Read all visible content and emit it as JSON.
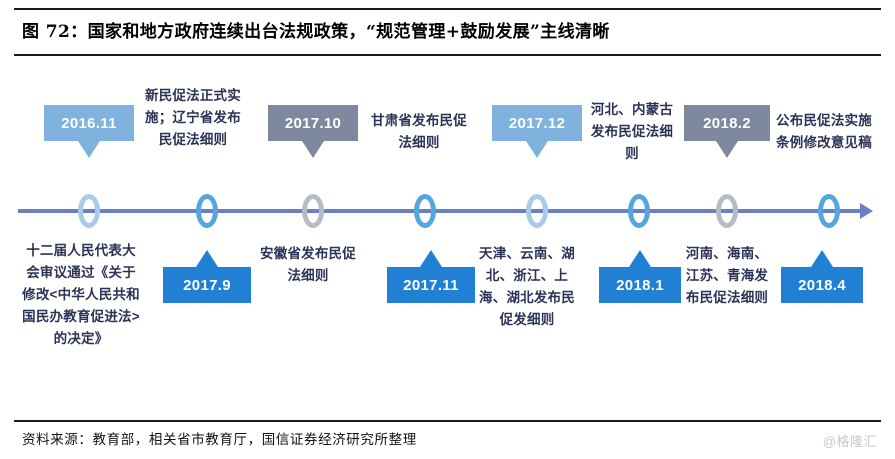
{
  "figure": {
    "title": "图 72：国家和地方政府连续出台法规政策，“规范管理+鼓励发展”主线清晰",
    "source": "资料来源：教育部，相关省市教育厅，国信证券经济研究所整理",
    "watermark": "@格隆汇"
  },
  "colors": {
    "light_blue": "#7fb2dd",
    "bright_blue": "#2180d4",
    "grey_blue": "#7e899f",
    "axis_blue": "#6a80c4",
    "ring_light_blue": "#a7cbe8",
    "ring_bright_blue": "#55a6e0",
    "ring_grey": "#b6bcc6",
    "text_navy": "#2b3357",
    "rule_black": "#1a1a1a",
    "watermark_grey": "#c9c9c9"
  },
  "timeline": {
    "axis_label": "time-axis",
    "nodes": [
      {
        "id": "node-2016-11",
        "color": "ring_light_blue"
      },
      {
        "id": "node-2017-9",
        "color": "ring_bright_blue"
      },
      {
        "id": "node-2017-10",
        "color": "ring_grey"
      },
      {
        "id": "node-2017-11",
        "color": "ring_bright_blue"
      },
      {
        "id": "node-2017-12",
        "color": "ring_light_blue"
      },
      {
        "id": "node-2018-1",
        "color": "ring_bright_blue"
      },
      {
        "id": "node-2018-2",
        "color": "ring_grey"
      },
      {
        "id": "node-2018-4",
        "color": "ring_bright_blue"
      }
    ],
    "events": [
      {
        "id": "event-2016-11",
        "date": "2016.11",
        "position": "above",
        "box_color": "light_blue",
        "description": "十二届人民代表大会审议通过《关于修改<中华人民共和国民办教育促进法>的决定》"
      },
      {
        "id": "event-2017-09",
        "date": "2017.9",
        "position": "below",
        "box_color": "bright_blue",
        "description": "新民促法正式实施；辽宁省发布民促法细则"
      },
      {
        "id": "event-2017-10",
        "date": "2017.10",
        "position": "above",
        "box_color": "grey_blue",
        "description": "安徽省发布民促法细则"
      },
      {
        "id": "event-2017-11",
        "date": "2017.11",
        "position": "below",
        "box_color": "bright_blue",
        "description": "甘肃省发布民促法细则"
      },
      {
        "id": "event-2017-12",
        "date": "2017.12",
        "position": "above",
        "box_color": "light_blue",
        "description": "天津、云南、湖北、浙江、上海、湖北发布民促发细则"
      },
      {
        "id": "event-2018-01",
        "date": "2018.1",
        "position": "below",
        "box_color": "bright_blue",
        "description": "河北、内蒙古发布民促法细则"
      },
      {
        "id": "event-2018-02",
        "date": "2018.2",
        "position": "above",
        "box_color": "grey_blue",
        "description": "河南、海南、江苏、青海发布民促法细则"
      },
      {
        "id": "event-2018-04",
        "date": "2018.4",
        "position": "below",
        "box_color": "bright_blue",
        "description": "公布民促法实施条例修改意见稿"
      }
    ],
    "descriptions": [
      {
        "id": "desc-2016-11",
        "text": "十二届人民代表大会审议通过《关于修改<中华人民共和国民办教育促进法>的决定》"
      },
      {
        "id": "desc-2017-09",
        "text": "新民促法正式实施；辽宁省发布民促法细则"
      },
      {
        "id": "desc-2017-10",
        "text": "安徽省发布民促法细则"
      },
      {
        "id": "desc-2017-11",
        "text": "甘肃省发布民促法细则"
      },
      {
        "id": "desc-2017-12",
        "text": "天津、云南、湖北、浙江、上海、湖北发布民促发细则"
      },
      {
        "id": "desc-2018-01",
        "text": "河北、内蒙古发布民促法细则"
      },
      {
        "id": "desc-2018-02",
        "text": "河南、海南、江苏、青海发布民促法细则"
      },
      {
        "id": "desc-2018-04",
        "text": "公布民促法实施条例修改意见稿"
      }
    ]
  }
}
